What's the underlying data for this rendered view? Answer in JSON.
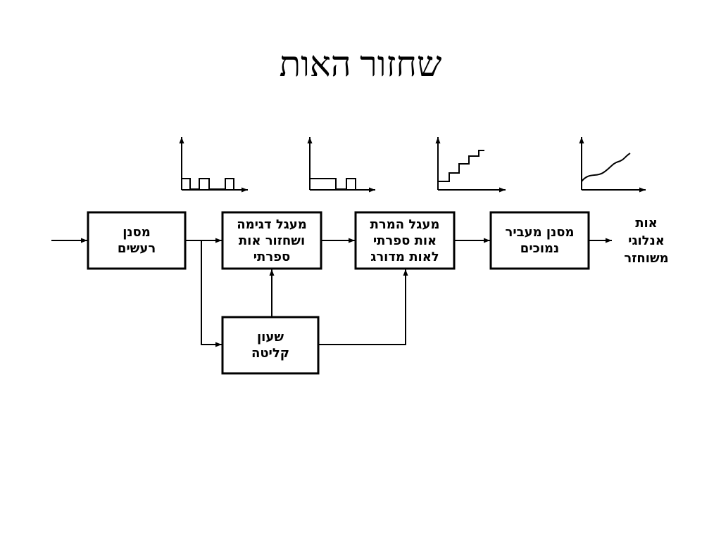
{
  "title": "שחזור האות",
  "blocks": {
    "noise_filter": {
      "line1": "מסנן",
      "line2": "רעשים"
    },
    "sample_hold": {
      "line1": "מעגל דגימה",
      "line2": "ושחזור אות",
      "line3": "ספרתי"
    },
    "dac": {
      "line1": "מעגל המרת",
      "line2": "אות ספרתי",
      "line3": "לאות מדורג"
    },
    "lowpass": {
      "line1": "מסנן מעביר",
      "line2": "נמוכים"
    },
    "clock": {
      "line1": "שעון",
      "line2": "קליטה"
    }
  },
  "output": {
    "line1": "אות",
    "line2": "אנלוגי",
    "line3": "משוחזר"
  },
  "waveforms": [
    "pulse-train-icon",
    "sample-hold-pulses-icon",
    "staircase-icon",
    "smooth-analog-icon"
  ]
}
